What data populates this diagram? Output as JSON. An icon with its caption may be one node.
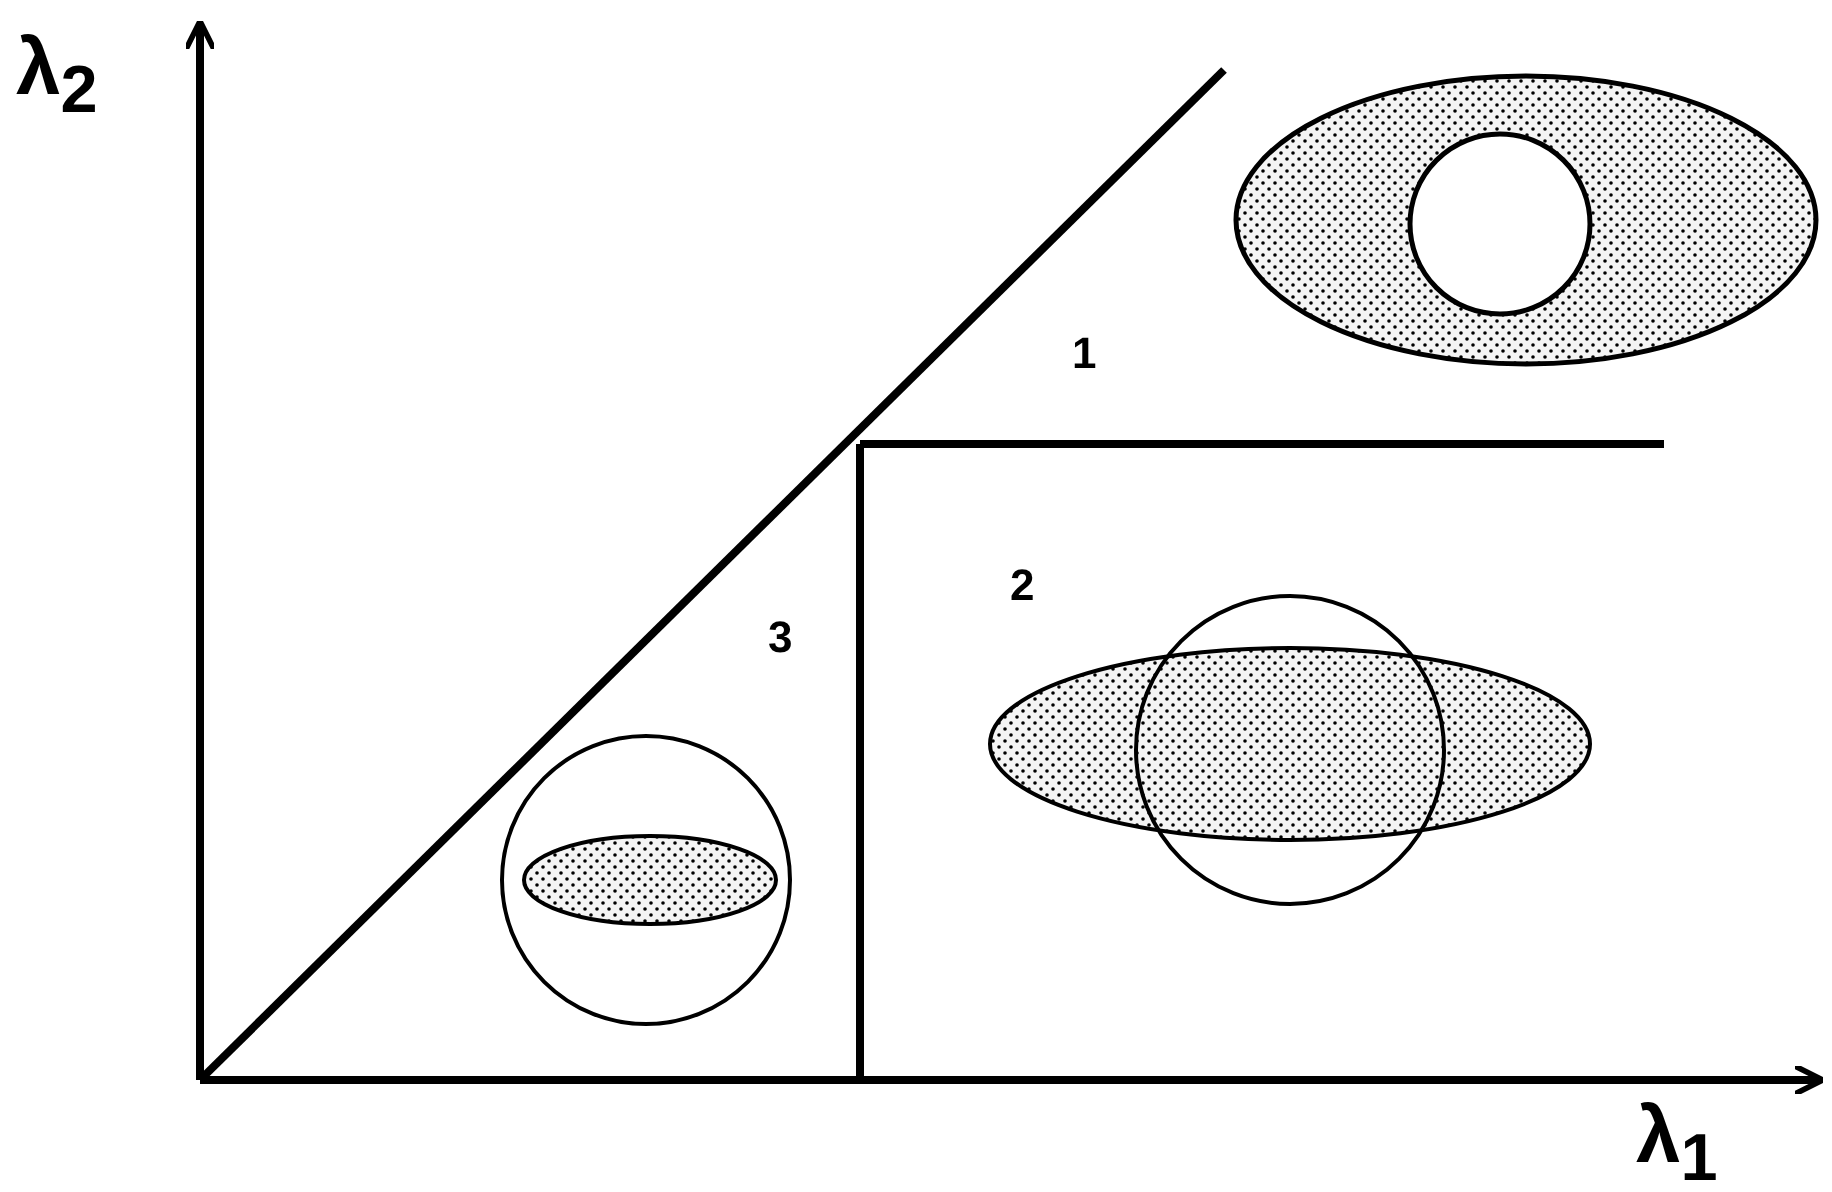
{
  "diagram": {
    "labels": [
      "λ$_{2}$",
      "1",
      "2",
      "3",
      "λ$_{1}$"
    ]
  }
}
